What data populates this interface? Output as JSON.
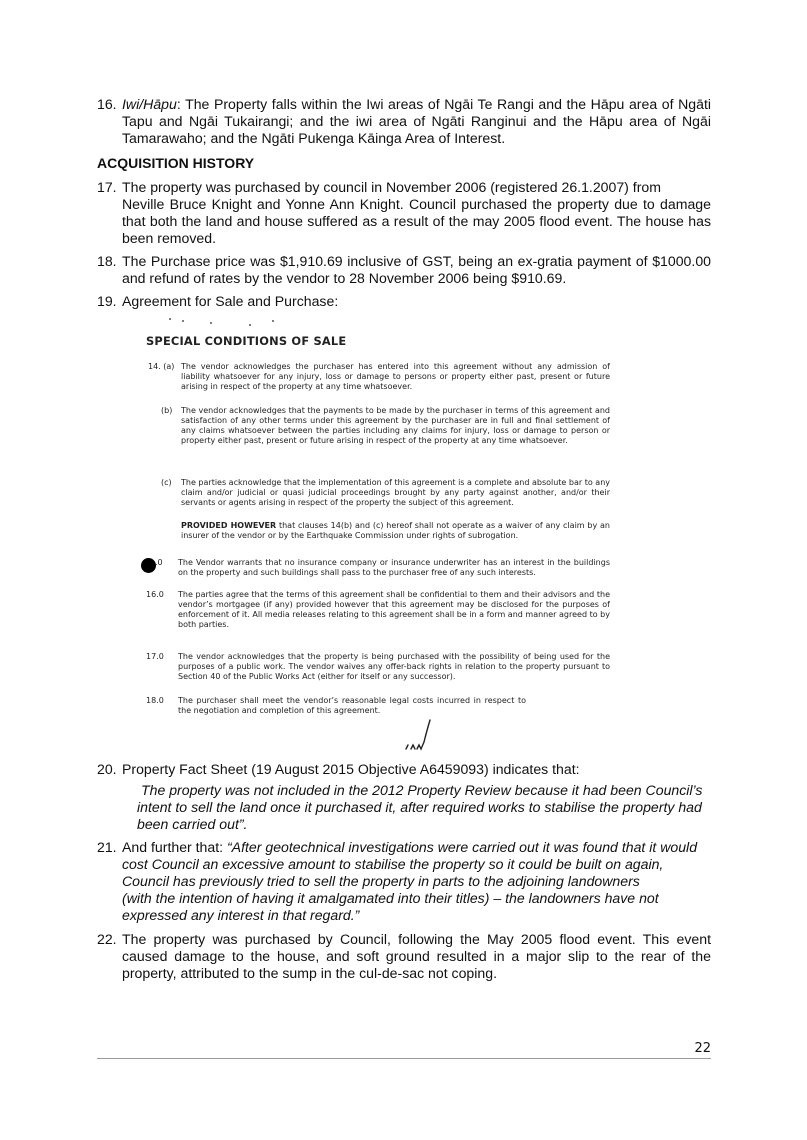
{
  "paragraphs": {
    "p16": {
      "num": "16.",
      "label": "Iwi/Hāpu",
      "text": ": The Property falls within the Iwi areas of Ngāi Te Rangi and the Hāpu area of Ngāti Tapu and Ngāi Tukairangi; and the iwi area of Ngāti Ranginui and the Hāpu area of Ngāi Tamarawaho; and the Ngāti Pukenga Kāinga Area of Interest."
    },
    "heading": "ACQUISITION HISTORY",
    "p17": {
      "num": "17.",
      "line1": "The property was purchased by council in November 2006 (registered 26.1.2007) from",
      "line2": "Neville Bruce Knight and Yonne Ann Knight. Council purchased the property due to damage that both the land and house suffered as a result of the may 2005 flood event. The house has been removed."
    },
    "p18": {
      "num": "18.",
      "text": "The Purchase price was $1,910.69 inclusive of GST, being an ex-gratia payment of $1000.00 and refund of rates by the vendor to 28 November 2006 being $910.69."
    },
    "p19": {
      "num": "19.",
      "text": "Agreement for Sale and Purchase:"
    },
    "p20": {
      "num": "20.",
      "text": "Property Fact Sheet (19 August 2015 Objective A6459093) indicates that:"
    },
    "p20_quote": "The property was not included in the 2012 Property Review because it had been Council’s intent to sell the land once it purchased it, after required works to stabilise the property had been carried out”.",
    "p21": {
      "num": "21.",
      "lead": "And further that: ",
      "quote": "“After geotechnical investigations were carried out it was found that it would cost Council an excessive amount to stabilise the property so it could be built on again, Council has previously tried to sell the property in parts to the adjoining landowners           (with the intention of having it amalgamated into their titles) – the landowners have not expressed any interest in that regard.”"
    },
    "p22": {
      "num": "22.",
      "text": "The property was purchased by Council, following the May 2005 flood event. This event caused damage to the house, and soft ground resulted in a major slip to the rear of the property, attributed to the sump in the cul-de-sac not coping."
    }
  },
  "scan": {
    "title": "SPECIAL CONDITIONS OF SALE",
    "c14a": {
      "num": "14. (a)",
      "text": "The vendor acknowledges the purchaser has entered into this agreement without any admission of liability whatsoever for any injury, loss or damage to persons or property either past, present or future arising in respect of the property at any time whatsoever."
    },
    "c14b": {
      "num": "(b)",
      "text": "The vendor acknowledges that the payments to be made by the purchaser in terms of this agreement and satisfaction of any other terms under this agreement by the purchaser are in full and final settlement of any claims whatsoever between the parties including any claims for injury, loss or damage to person or property either past, present or future arising in respect of the property at any time whatsoever."
    },
    "c14c": {
      "num": "(c)",
      "text": "The parties acknowledge that the implementation of this agreement is a complete and absolute bar to any claim and/or judicial or quasi judicial proceedings brought by any party against another, and/or their servants or agents arising in respect of the property the subject of this agreement."
    },
    "proviso": {
      "bold": "PROVIDED HOWEVER",
      "text": " that clauses 14(b) and (c) hereof shall not operate as a waiver of any claim by an insurer of the vendor or by the Earthquake Commission under rights of subrogation."
    },
    "c15": {
      "num": ".0",
      "text": "The Vendor warrants that no insurance company or insurance underwriter has an interest in the buildings on the property and such buildings shall pass to the purchaser free of any such interests."
    },
    "c16": {
      "num": "16.0",
      "text": "The parties agree that the terms of this agreement shall be confidential to them and their advisors and the vendor’s mortgagee (if any) provided however that this agreement may be disclosed for the purposes of enforcement of it. All media releases relating to this agreement shall be in a form and manner agreed to by both parties."
    },
    "c17": {
      "num": "17.0",
      "text": "The vendor acknowledges that the property is being purchased with the possibility of being used for the purposes of a public work. The vendor waives any offer-back rights in relation to the property pursuant to Section 40 of the Public Works Act (either for itself or any successor)."
    },
    "c18": {
      "num": "18.0",
      "text": "The purchaser shall meet the vendor’s reasonable legal costs incurred in respect to the negotiation and completion of this agreement."
    }
  },
  "footer": {
    "page_number": "22"
  }
}
